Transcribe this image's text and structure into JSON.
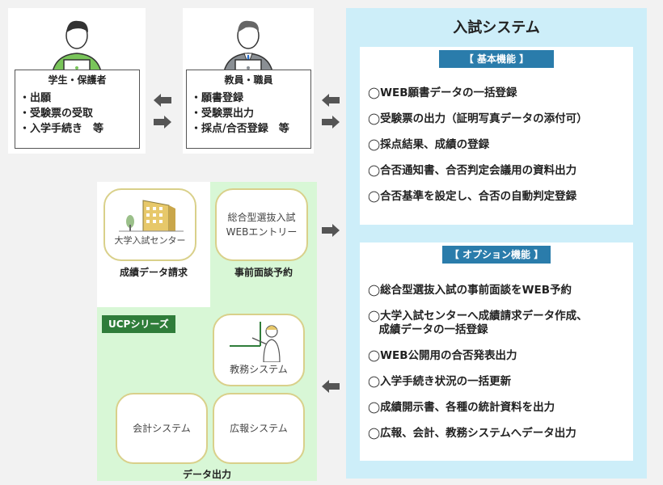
{
  "left": {
    "student": {
      "title": "学生・保護者",
      "items": [
        "・出願",
        "・受験票の受取",
        "・入学手続き　等"
      ]
    },
    "staff": {
      "title": "教員・職員",
      "items": [
        "・願書登録",
        "・受験票出力",
        "・採点/合否登録　等"
      ]
    }
  },
  "system": {
    "title": "入試システム",
    "basic": {
      "header": "【 基本機能 】",
      "items": [
        "◯WEB願書データの一括登録",
        "◯受験票の出力（証明写真データの添付可）",
        "◯採点結果、成績の登録",
        "◯合否通知書、合否判定会議用の資料出力",
        "◯合否基準を設定し、合否の自動判定登録"
      ]
    },
    "option": {
      "header": "【 オプション機能 】",
      "items": [
        "◯総合型選抜入試の事前面談をWEB予約",
        "◯大学入試センターへ成績請求データ作成、",
        "　成績データの一括登録",
        "◯WEB公開用の合否発表出力",
        "◯入学手続き状況の一括更新",
        "◯成績開示書、各種の統計資料を出力",
        "◯広報、会計、教務システムへデータ出力"
      ]
    }
  },
  "middle": {
    "center_label": "大学入試センター",
    "center_caption": "成績データ請求",
    "entry_lines": [
      "総合型選抜入試",
      "WEBエントリー"
    ],
    "entry_caption": "事前面談予約"
  },
  "ucp": {
    "badge": "UCPシリーズ",
    "kyomu": "教務システム",
    "kaikei": "会計システム",
    "koho": "広報システム",
    "caption": "データ出力"
  },
  "colors": {
    "panel_bg": "#cdeef9",
    "header_blue": "#2a7cab",
    "green_bg": "#d8f7d6",
    "badge_green": "#2f7d3a",
    "arrow": "#555555"
  }
}
